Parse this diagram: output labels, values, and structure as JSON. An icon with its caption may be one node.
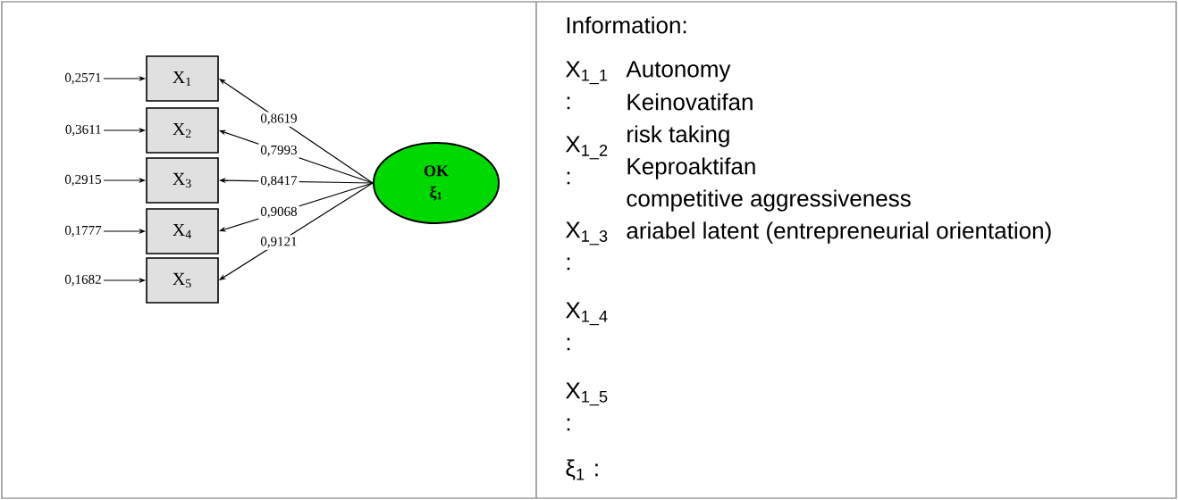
{
  "diagram": {
    "nodes": [
      {
        "text": [
          "X$_{1}$"
        ]
      },
      {
        "text": [
          "X$_{2}$"
        ]
      },
      {
        "text": [
          "X$_{3}$"
        ]
      },
      {
        "text": [
          "X$_{4}$"
        ]
      },
      {
        "text": [
          "X$_{5}$"
        ]
      },
      {
        "text": [
          "OK",
          "ξ$_{1}$"
        ]
      },
      {
        "text": [
          "0,2571"
        ]
      },
      {
        "text": [
          "0,3611"
        ]
      },
      {
        "text": [
          "0,2915"
        ]
      },
      {
        "text": [
          "0,1777"
        ]
      },
      {
        "text": [
          "0,1682"
        ]
      }
    ],
    "edges": [
      {
        "from": 5,
        "to": 0,
        "arrow": "to",
        "label": "0,8619"
      },
      {
        "from": 5,
        "to": 1,
        "arrow": "to",
        "label": "0,7993"
      },
      {
        "from": 5,
        "to": 2,
        "arrow": "to",
        "label": "0,8417"
      },
      {
        "from": 5,
        "to": 3,
        "arrow": "to",
        "label": "0,9068"
      },
      {
        "from": 5,
        "to": 4,
        "arrow": "to",
        "label": "0,9121"
      },
      {
        "from": 6,
        "to": 0,
        "arrow": "to"
      },
      {
        "from": 7,
        "to": 1,
        "arrow": "to"
      },
      {
        "from": 8,
        "to": 2,
        "arrow": "to"
      },
      {
        "from": 9,
        "to": 3,
        "arrow": "to"
      },
      {
        "from": 10,
        "to": 4,
        "arrow": "to"
      }
    ],
    "labels": [
      "Information:",
      "X$_{1_1}$ :",
      "Autonomy",
      "Keinovatifan",
      "risk taking",
      "Keproaktifan",
      "competitive aggressiveness",
      "ariabel latent (entrepreneurial orientation)",
      "X$_{1_2}$ :",
      "X$_{1_3}$ :",
      "X$_{1_4}$ :",
      "X$_{1_5}$ :",
      "ξ$_{1}$ :"
    ]
  }
}
